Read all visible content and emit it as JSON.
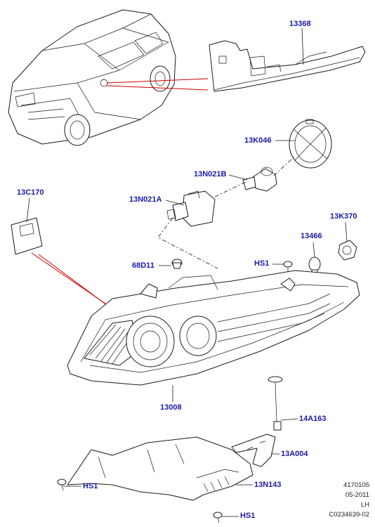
{
  "callouts": {
    "c13368": "13368",
    "c13K046": "13K046",
    "c13N021B": "13N021B",
    "c13C170": "13C170",
    "c13N021A": "13N021A",
    "c13K370": "13K370",
    "c13466": "13466",
    "c68D11": "68D11",
    "cHS1_top": "HS1",
    "c13008": "13008",
    "c14A163": "14A163",
    "c13A004": "13A004",
    "c13N143": "13N143",
    "cHS1_left": "HS1",
    "cHS1_bottom": "HS1"
  },
  "footer": {
    "line1": "4170105",
    "line2": "05-2011",
    "line3": "LH",
    "line4": "C0234639-02"
  },
  "colors": {
    "callout": "#1a1aa6",
    "highlight_line": "#cc0000",
    "linework": "#1a1a1a"
  }
}
